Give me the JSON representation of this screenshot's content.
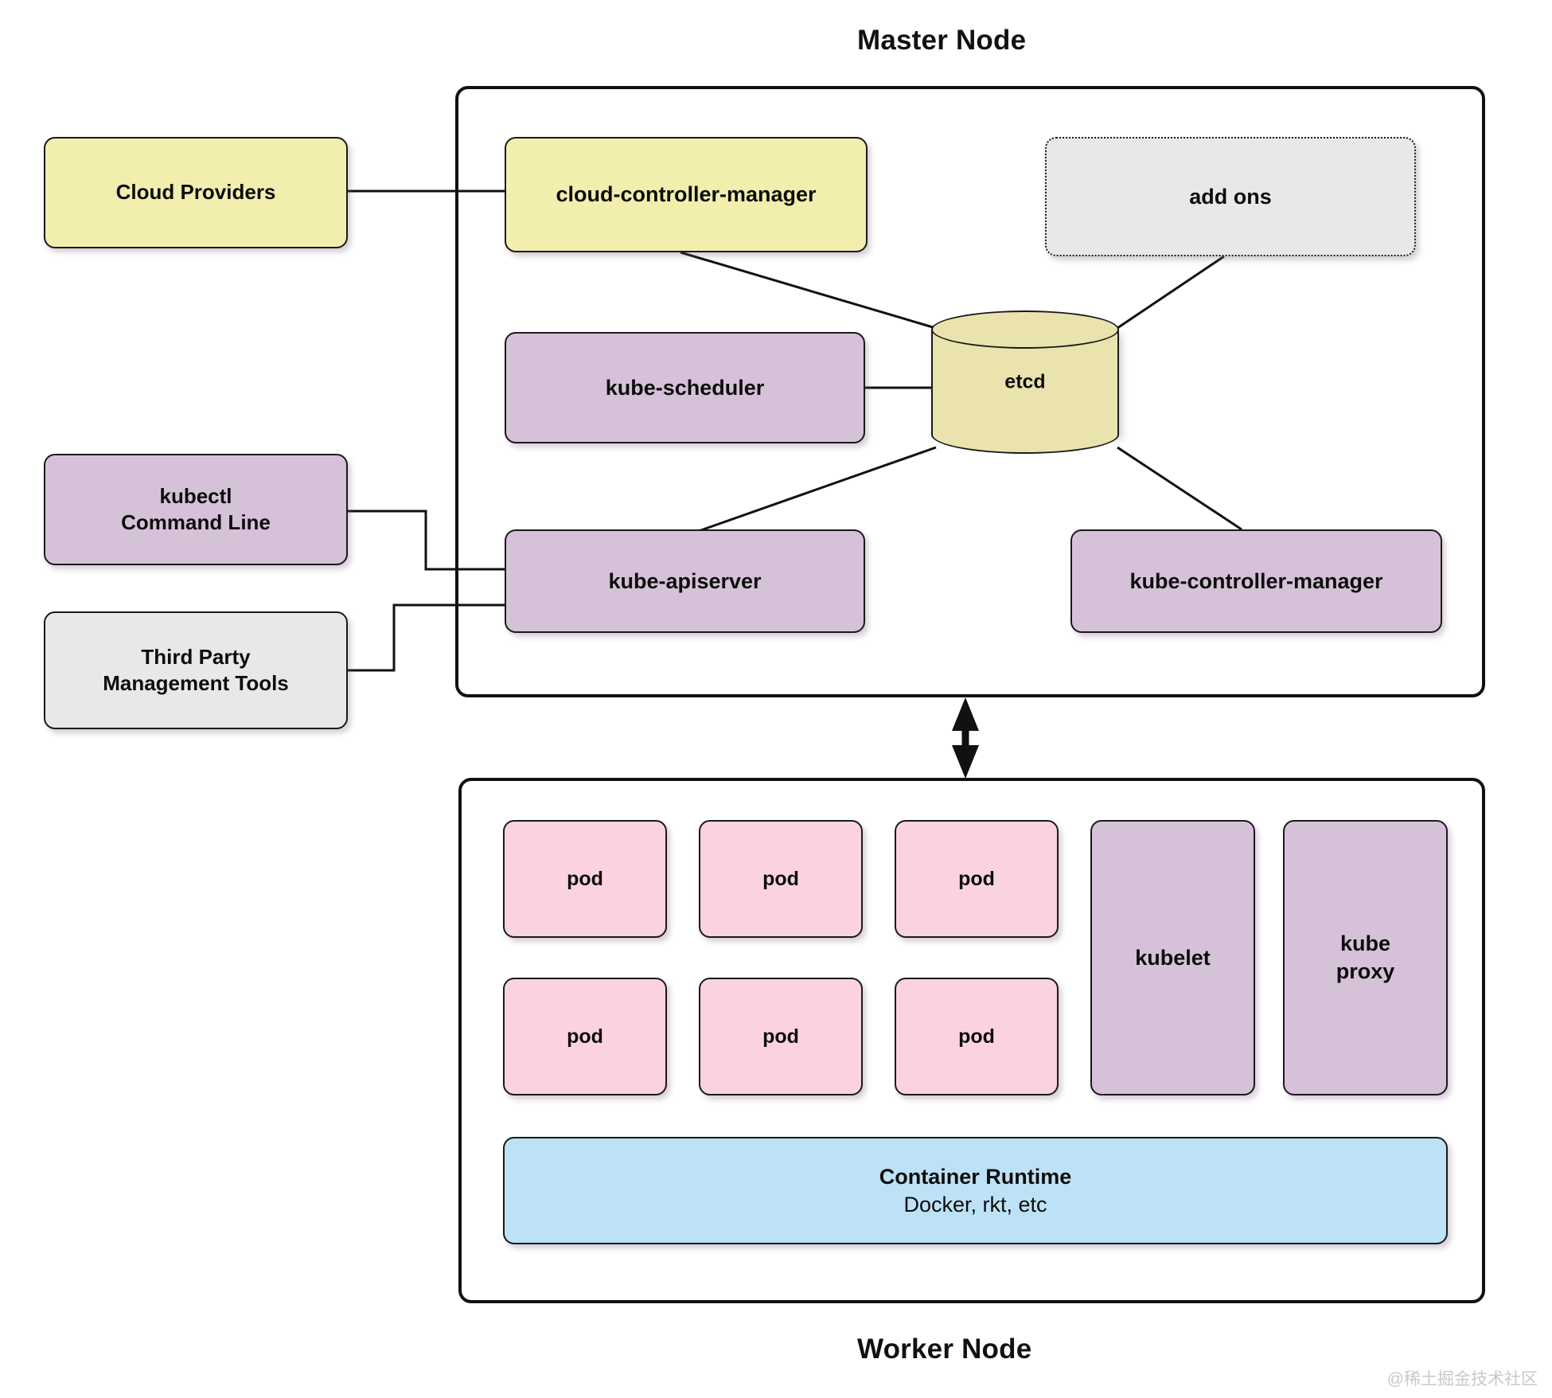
{
  "diagram": {
    "title_master": "Master Node",
    "title_worker": "Worker Node",
    "watermark": "@稀土掘金技术社区"
  },
  "external": {
    "cloud_providers": "Cloud Providers",
    "kubectl_line1": "kubectl",
    "kubectl_line2": "Command Line",
    "thirdparty_line1": "Third Party",
    "thirdparty_line2": "Management Tools"
  },
  "master": {
    "cloud_controller_manager": "cloud-controller-manager",
    "add_ons": "add ons",
    "kube_scheduler": "kube-scheduler",
    "etcd": "etcd",
    "kube_apiserver": "kube-apiserver",
    "kube_controller_manager": "kube-controller-manager"
  },
  "worker": {
    "pods": [
      "pod",
      "pod",
      "pod",
      "pod",
      "pod",
      "pod"
    ],
    "kubelet": "kubelet",
    "kube_proxy_line1": "kube",
    "kube_proxy_line2": "proxy",
    "container_runtime_title": "Container Runtime",
    "container_runtime_sub": "Docker, rkt, etc"
  },
  "colors": {
    "yellow": "#f2eeae",
    "purple": "#d6c2d8",
    "grey": "#e8e8e8",
    "pink": "#fbd3e0",
    "blue": "#bde2f5",
    "stroke": "#111111"
  }
}
